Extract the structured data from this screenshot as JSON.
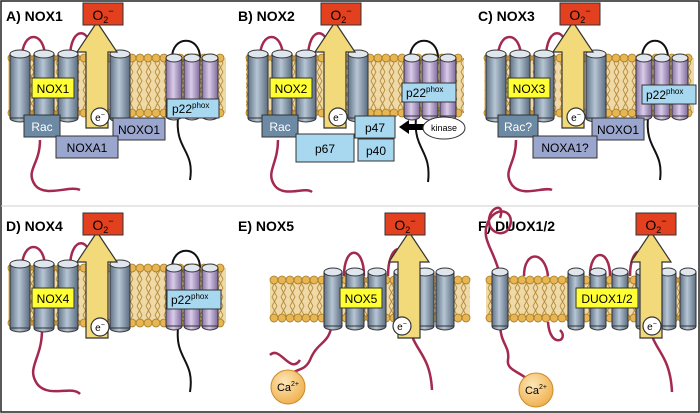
{
  "panels": [
    {
      "title": "A) NOX1",
      "superoxide": "O2−",
      "enzyme": "NOX1",
      "electron": "e−",
      "p22": "p22",
      "p22_sup": "phox",
      "rac": "Rac",
      "organizer": "NOXO1",
      "activator": "NOXA1"
    },
    {
      "title": "B) NOX2",
      "superoxide": "O2−",
      "enzyme": "NOX2",
      "electron": "e−",
      "p22": "p22",
      "p22_sup": "phox",
      "rac": "Rac",
      "p47": "p47",
      "p67": "p67",
      "p40": "p40",
      "kinase": "kinase"
    },
    {
      "title": "C) NOX3",
      "superoxide": "O2−",
      "enzyme": "NOX3",
      "electron": "e−",
      "p22": "p22",
      "p22_sup": "phox",
      "rac": "Rac?",
      "organizer": "NOXO1",
      "activator": "NOXA1?"
    },
    {
      "title": "D) NOX4",
      "superoxide": "O2−",
      "enzyme": "NOX4",
      "electron": "e−",
      "p22": "p22",
      "p22_sup": "phox"
    },
    {
      "title": "E) NOX5",
      "superoxide": "O2−",
      "enzyme": "NOX5",
      "electron": "e−",
      "calcium": "Ca2+"
    },
    {
      "title": "F) DUOX1/2",
      "superoxide": "O2−",
      "enzyme": "DUOX1/2",
      "electron": "e−",
      "calcium": "Ca2+"
    }
  ],
  "colors": {
    "superoxide_box": "#e2401f",
    "enzyme_label": "#ffff33",
    "arrow": "#f2d97a",
    "cylinder": "#8fa3b6",
    "p22_cylinder": "#b7a6cf",
    "loop": "#a3294f",
    "rac_box": "#6d8aa5",
    "activator_box": "#9aa6ce",
    "cytosolic_box": "#a7d8ef",
    "calcium": "#f5c26b",
    "membrane": "#e7c98c"
  }
}
